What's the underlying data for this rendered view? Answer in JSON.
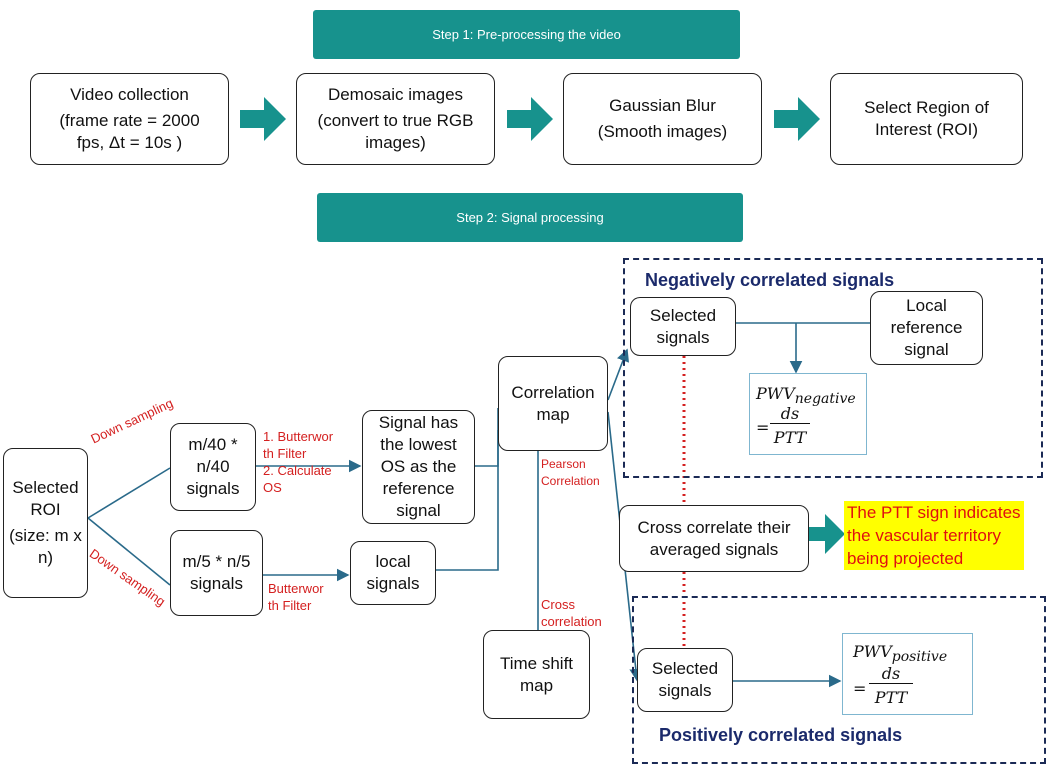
{
  "steps": {
    "step1": "Step 1: Pre-processing the video",
    "step2": "Step 2: Signal processing"
  },
  "preprocess": {
    "video": [
      "Video collection",
      "(frame rate = 2000",
      "fps, Δt = 10s )"
    ],
    "demosaic": [
      "Demosaic images",
      "(convert to true RGB",
      "images)"
    ],
    "gaussian": [
      "Gaussian Blur",
      "(Smooth images)"
    ],
    "roi_select": [
      "Select Region of",
      "Interest (ROI)"
    ]
  },
  "processing": {
    "selected_roi": [
      "Selected",
      "ROI",
      "(size: m x",
      "n)"
    ],
    "m40": [
      "m/40 *",
      "n/40",
      "signals"
    ],
    "m5": [
      "m/5 * n/5",
      "signals"
    ],
    "lowest_os": [
      "Signal has",
      "the lowest",
      "OS as the",
      "reference",
      "signal"
    ],
    "local_signals": [
      "local",
      "signals"
    ],
    "correlation_map": [
      "Correlation",
      "map"
    ],
    "time_shift_map": [
      "Time shift",
      "map"
    ],
    "cross_correlate": [
      "Cross correlate their",
      "averaged signals"
    ]
  },
  "labels": {
    "down_sampling_1": "Down sampling",
    "down_sampling_2": "Down sampling",
    "butterworth_steps": [
      "1. Butterwor",
      "th Filter",
      "2. Calculate",
      "OS"
    ],
    "butterworth": [
      "Butterwor",
      "th Filter"
    ],
    "pearson": [
      "Pearson",
      "Correlation"
    ],
    "cross_corr": [
      "Cross",
      "correlation"
    ]
  },
  "negative": {
    "title": "Negatively correlated signals",
    "selected": [
      "Selected",
      "signals"
    ],
    "local_ref": [
      "Local",
      "reference",
      "signal"
    ],
    "formula_top": "PWV",
    "formula_sub": "negative",
    "formula_eq": "=",
    "formula_num": "ds",
    "formula_den": "PTT"
  },
  "positive": {
    "title": "Positively correlated signals",
    "selected": [
      "Selected",
      "signals"
    ],
    "formula_top": "PWV",
    "formula_sub": "positive",
    "formula_eq": "=",
    "formula_num": "ds",
    "formula_den": "PTT"
  },
  "note": [
    "The PTT sign indicates",
    "the vascular territory",
    "being projected"
  ],
  "colors": {
    "teal": "#17928d",
    "navy": "#1b2a55",
    "red": "#d42020",
    "connector": "#2a6a8a"
  }
}
